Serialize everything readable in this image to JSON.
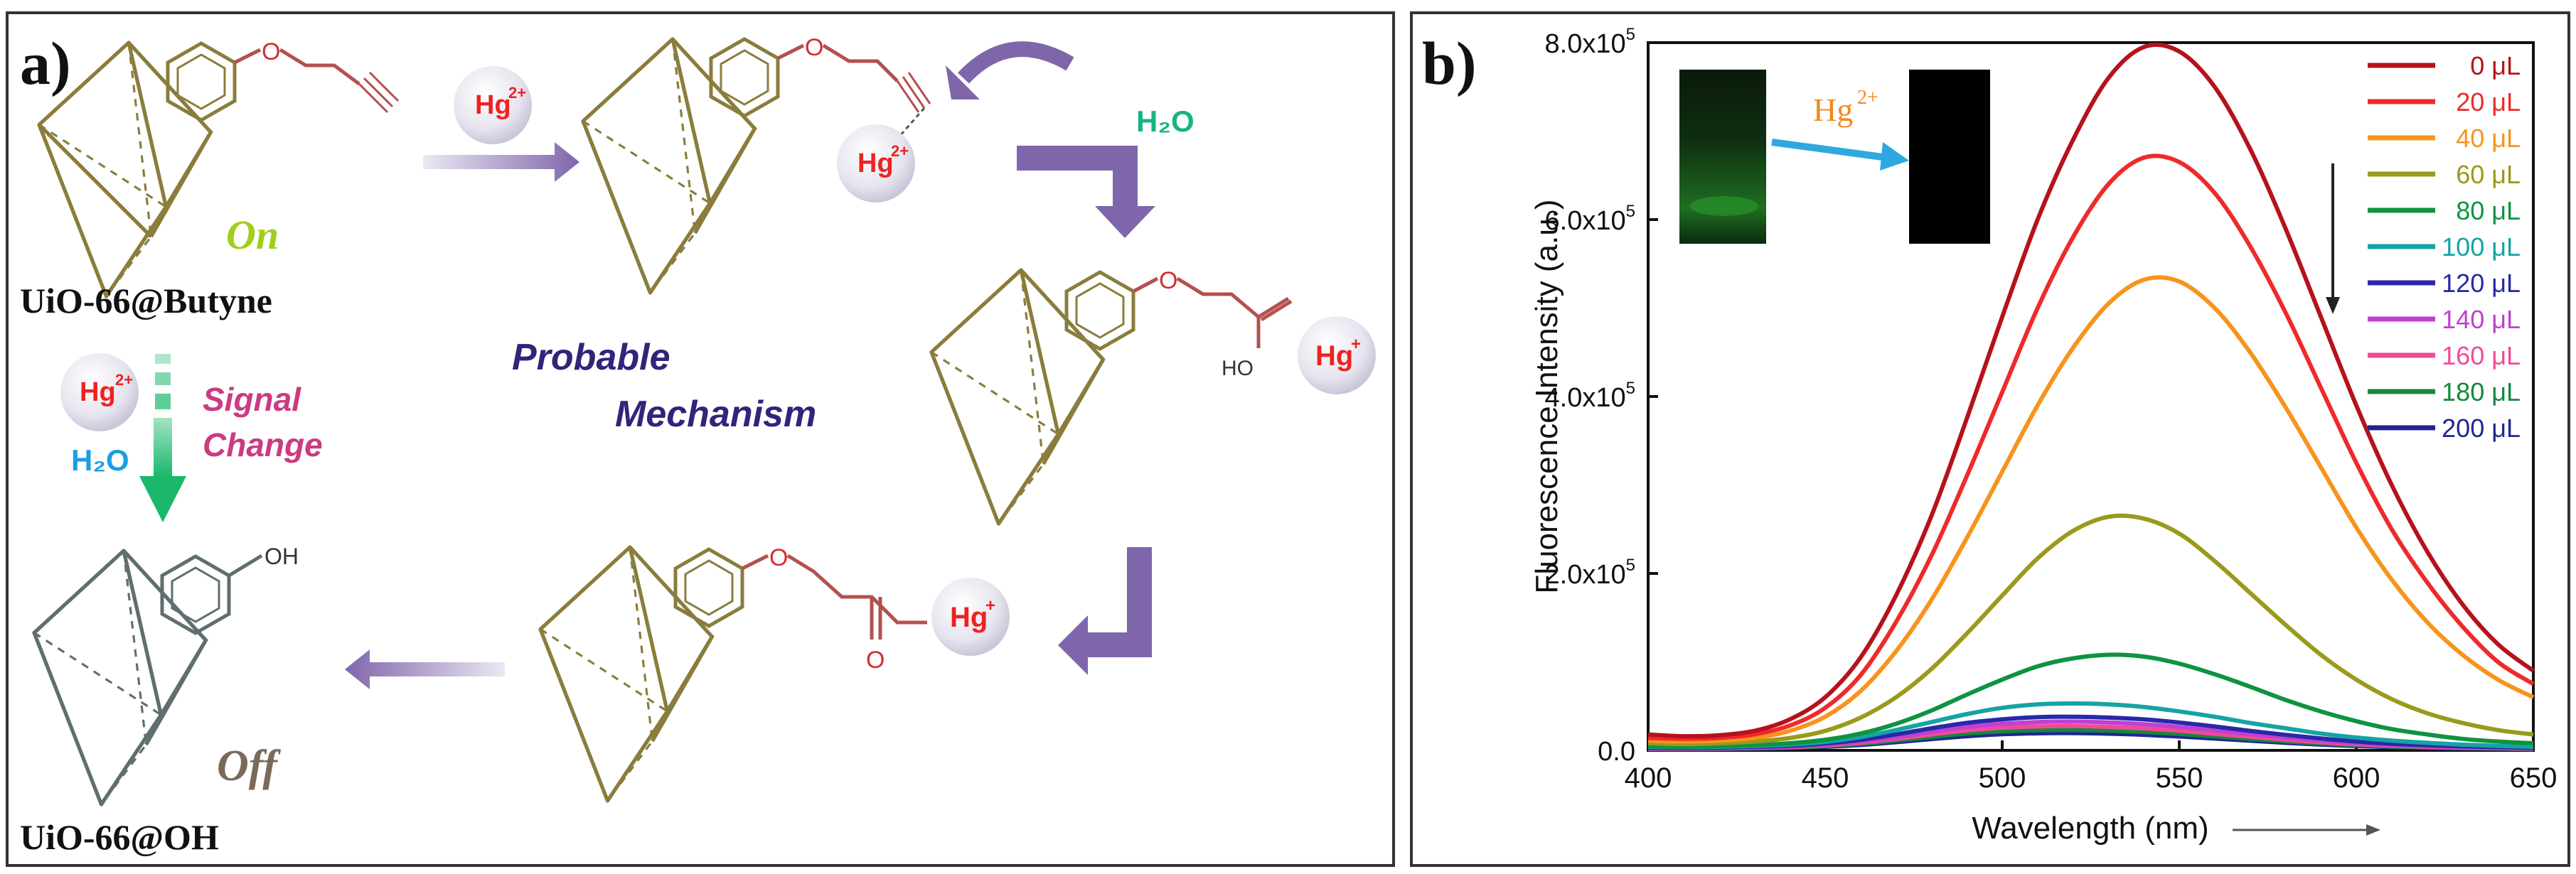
{
  "panel_a": {
    "label": "a)",
    "hg_label": "Hg",
    "hg_charge": "2+",
    "hg_plus_charge": "+",
    "water_label": "H₂O",
    "water_label_left": "H₂O",
    "on_label": "On",
    "off_label": "Off",
    "butyne_name": "UiO-66@Butyne",
    "oh_name": "UiO-66@OH",
    "mechanism_line1": "Probable",
    "mechanism_line2": "Mechanism",
    "signal_line1": "Signal",
    "signal_line2": "Change",
    "o_atom": "O",
    "ho_group": "HO",
    "oh_group": "OH",
    "colors": {
      "cage": "#8a7d3c",
      "cage_off": "#5f6e6f",
      "arrow_purple": "#7f66ab",
      "arrow_green": "#1bb86c",
      "hg_text": "#ee2222",
      "water": "#17b384",
      "water_left": "#1a9fe0",
      "on": "#9fcf1a",
      "off": "#7b6a5a",
      "mechanism": "#33237a",
      "signal": "#cc3a82"
    }
  },
  "panel_b": {
    "label": "b)",
    "inset_label": "Hg",
    "inset_charge": "2+"
  },
  "chart_data": {
    "type": "line",
    "title": "",
    "xlabel": "Wavelength (nm)",
    "ylabel": "Fluorescence Intensity (a.u.)",
    "xlim": [
      400,
      650
    ],
    "ylim": [
      0,
      800000
    ],
    "x_ticks": [
      "400",
      "450",
      "500",
      "550",
      "600",
      "650"
    ],
    "x_tick_values": [
      400,
      450,
      500,
      550,
      600,
      650
    ],
    "y_ticks": [
      {
        "base": "0.0",
        "exp": ""
      },
      {
        "base": "2.0x10",
        "exp": "5"
      },
      {
        "base": "4.0x10",
        "exp": "5"
      },
      {
        "base": "6.0x10",
        "exp": "5"
      },
      {
        "base": "8.0x10",
        "exp": "5"
      }
    ],
    "y_tick_values": [
      0,
      200000,
      400000,
      600000,
      800000
    ],
    "legend_position": "top-right",
    "grid": false,
    "x": [
      400,
      410,
      420,
      430,
      440,
      450,
      460,
      470,
      480,
      490,
      500,
      510,
      520,
      530,
      540,
      550,
      560,
      570,
      580,
      590,
      600,
      610,
      620,
      630,
      640,
      650
    ],
    "series": [
      {
        "name": "0 μL",
        "color": "#b5121b",
        "values": [
          18000,
          16000,
          17000,
          22000,
          35000,
          60000,
          105000,
          175000,
          265000,
          375000,
          490000,
          600000,
          690000,
          760000,
          795000,
          790000,
          750000,
          680000,
          590000,
          490000,
          390000,
          300000,
          225000,
          165000,
          120000,
          90000
        ]
      },
      {
        "name": "20 μL",
        "color": "#ee2a2a",
        "values": [
          14000,
          13000,
          14000,
          18000,
          28000,
          48000,
          85000,
          145000,
          220000,
          310000,
          405000,
          500000,
          580000,
          640000,
          670000,
          665000,
          630000,
          570000,
          495000,
          410000,
          325000,
          250000,
          190000,
          140000,
          100000,
          75000
        ]
      },
      {
        "name": "40 μL",
        "color": "#f7941d",
        "values": [
          11000,
          10000,
          11000,
          14000,
          22000,
          38000,
          67000,
          112000,
          170000,
          240000,
          315000,
          390000,
          455000,
          505000,
          532000,
          530000,
          500000,
          450000,
          388000,
          320000,
          252000,
          193000,
          145000,
          108000,
          80000,
          60000
        ]
      },
      {
        "name": "60 μL",
        "color": "#9a9a1c",
        "values": [
          8000,
          7000,
          8000,
          10000,
          14000,
          22000,
          37000,
          60000,
          92000,
          132000,
          175000,
          217000,
          248000,
          264000,
          262000,
          245000,
          214000,
          178000,
          142000,
          108000,
          80000,
          58000,
          42000,
          31000,
          23000,
          18000
        ]
      },
      {
        "name": "80 μL",
        "color": "#0f9340",
        "values": [
          5000,
          4500,
          5000,
          6000,
          8000,
          12000,
          19000,
          30000,
          45000,
          63000,
          80000,
          95000,
          104000,
          108000,
          106000,
          98000,
          86000,
          72000,
          57000,
          44000,
          33000,
          24000,
          18000,
          13000,
          10000,
          8000
        ]
      },
      {
        "name": "100 μL",
        "color": "#16a3a3",
        "values": [
          4000,
          3800,
          4000,
          5000,
          6500,
          9500,
          15000,
          23000,
          32000,
          41000,
          48000,
          52000,
          53000,
          52000,
          49000,
          44000,
          38000,
          31000,
          25000,
          19000,
          14500,
          11000,
          8500,
          6500,
          5000,
          4000
        ]
      },
      {
        "name": "120 μL",
        "color": "#2828a8",
        "values": [
          3000,
          2800,
          3000,
          4000,
          5200,
          7800,
          12000,
          18000,
          25000,
          31000,
          35000,
          37500,
          38000,
          37000,
          35000,
          31500,
          27000,
          22000,
          17500,
          13500,
          10000,
          7500,
          5800,
          4500,
          3600,
          3000
        ]
      },
      {
        "name": "140 μL",
        "color": "#c040d0",
        "values": [
          2500,
          2300,
          2500,
          3200,
          4300,
          6500,
          10000,
          15000,
          21000,
          26500,
          30000,
          32000,
          32500,
          31500,
          29500,
          26500,
          22500,
          18500,
          14500,
          11000,
          8300,
          6200,
          4800,
          3700,
          3000,
          2500
        ]
      },
      {
        "name": "160 μL",
        "color": "#f04a9a",
        "values": [
          2000,
          1900,
          2100,
          2800,
          3800,
          5600,
          8600,
          13000,
          18000,
          22500,
          25500,
          27000,
          27500,
          26500,
          24800,
          22200,
          18800,
          15400,
          12100,
          9200,
          6900,
          5200,
          4000,
          3100,
          2500,
          2000
        ]
      },
      {
        "name": "180 μL",
        "color": "#14883c",
        "values": [
          1700,
          1600,
          1800,
          2400,
          3200,
          4800,
          7300,
          11000,
          15200,
          19000,
          21500,
          22800,
          23000,
          22300,
          20800,
          18600,
          15800,
          12900,
          10100,
          7700,
          5800,
          4400,
          3400,
          2600,
          2100,
          1700
        ]
      },
      {
        "name": "200 μL",
        "color": "#202690",
        "values": [
          1400,
          1300,
          1500,
          2000,
          2700,
          4000,
          6100,
          9200,
          12800,
          16000,
          18200,
          19300,
          19500,
          18900,
          17600,
          15700,
          13300,
          10900,
          8500,
          6500,
          4900,
          3700,
          2800,
          2200,
          1800,
          1400
        ]
      }
    ]
  }
}
